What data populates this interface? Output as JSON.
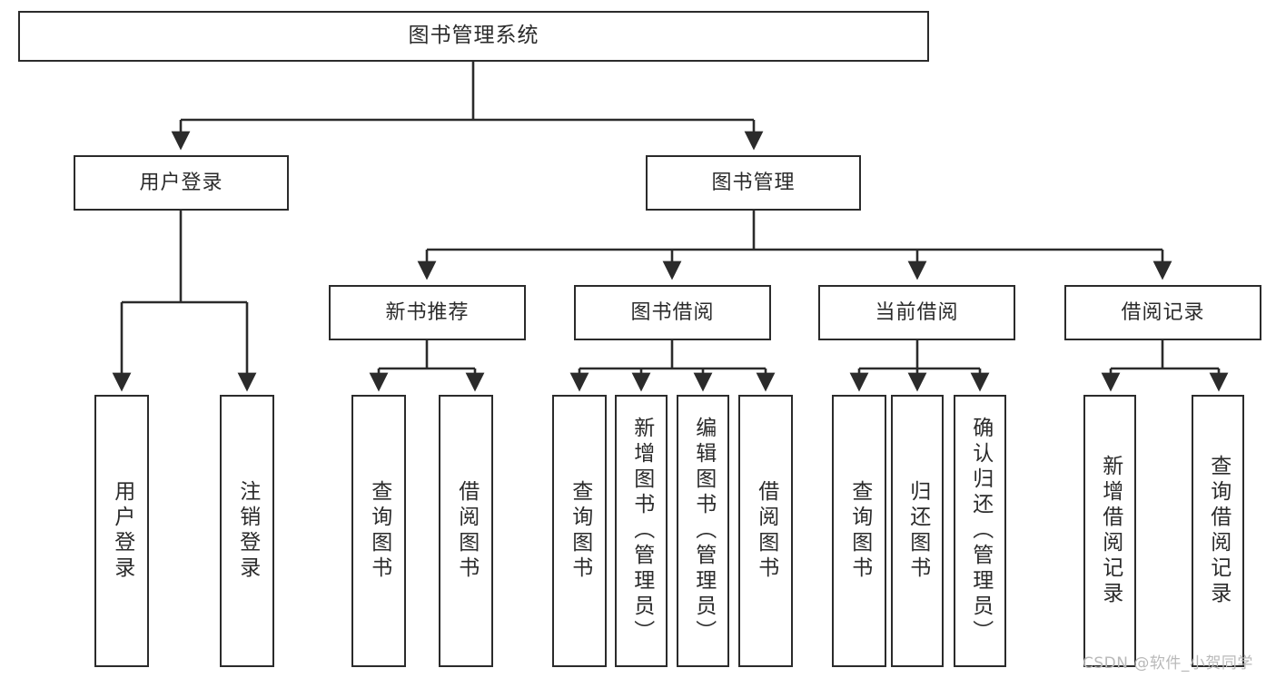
{
  "diagram": {
    "title": "图书管理系统",
    "type": "hierarchy-tree",
    "watermark": "CSDN @软件_小贺同学",
    "colors": {
      "stroke": "#2b2b2b",
      "fill": "#ffffff",
      "watermark": "#b9b9b9"
    },
    "nodes": {
      "root": {
        "label": "图书管理系统"
      },
      "level2": [
        {
          "id": "user-login",
          "label": "用户登录"
        },
        {
          "id": "book-manage",
          "label": "图书管理"
        }
      ],
      "level3": [
        {
          "id": "new-book-rec",
          "label": "新书推荐"
        },
        {
          "id": "book-borrow",
          "label": "图书借阅"
        },
        {
          "id": "current-borrow",
          "label": "当前借阅"
        },
        {
          "id": "borrow-record",
          "label": "借阅记录"
        }
      ],
      "leaves": {
        "user_login": [
          {
            "id": "leaf-user-login",
            "label": "用户登录"
          },
          {
            "id": "leaf-logout",
            "label": "注销登录"
          }
        ],
        "new_book_rec": [
          {
            "id": "leaf-query-book-1",
            "label": "查询图书"
          },
          {
            "id": "leaf-borrow-book-1",
            "label": "借阅图书"
          }
        ],
        "book_borrow": [
          {
            "id": "leaf-query-book-2",
            "label": "查询图书"
          },
          {
            "id": "leaf-add-book",
            "label": "新增图书（管理员）"
          },
          {
            "id": "leaf-edit-book",
            "label": "编辑图书（管理员）"
          },
          {
            "id": "leaf-borrow-book-2",
            "label": "借阅图书"
          }
        ],
        "current_borrow": [
          {
            "id": "leaf-query-book-3",
            "label": "查询图书"
          },
          {
            "id": "leaf-return-book",
            "label": "归还图书"
          },
          {
            "id": "leaf-confirm-return",
            "label": "确认归还（管理员）"
          }
        ],
        "borrow_record": [
          {
            "id": "leaf-add-record",
            "label": "新增借阅记录"
          },
          {
            "id": "leaf-query-record",
            "label": "查询借阅记录"
          }
        ]
      }
    }
  }
}
